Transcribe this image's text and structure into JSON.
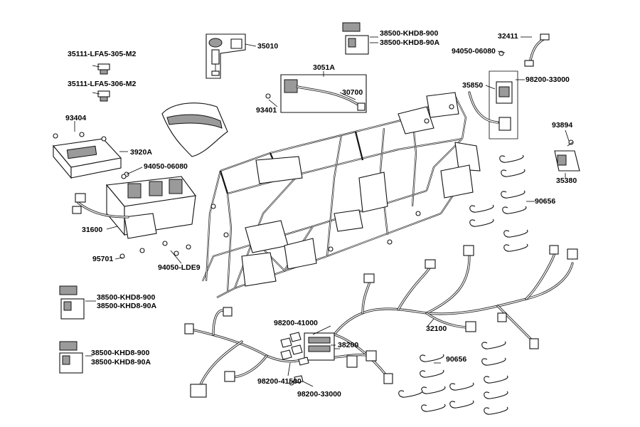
{
  "diagram": {
    "labels": {
      "l_35111_305": "35111-LFA5-305-M2",
      "l_35111_306": "35111-LFA5-306-M2",
      "l_35010": "35010",
      "l_38500_top_a": "38500-KHD8-900",
      "l_38500_top_b": "38500-KHD8-90A",
      "l_32411": "32411",
      "l_94050_06080_top": "94050-06080",
      "l_3051A": "3051A",
      "l_98200_33000_top": "98200-33000",
      "l_35850": "35850",
      "l_30700": "30700",
      "l_93401": "93401",
      "l_93404": "93404",
      "l_3920A": "3920A",
      "l_94050_06080_mid": "94050-06080",
      "l_93894": "93894",
      "l_35380": "35380",
      "l_90656_top": "90656",
      "l_31600": "31600",
      "l_95701": "95701",
      "l_94050_LDE9": "94050-LDE9",
      "l_38500_mid_a": "38500-KHD8-900",
      "l_38500_mid_b": "38500-KHD8-90A",
      "l_98200_41000": "98200-41000",
      "l_38200": "38200",
      "l_32100": "32100",
      "l_38500_bot_a": "38500-KHD8-900",
      "l_38500_bot_b": "38500-KHD8-90A",
      "l_90656_bot": "90656",
      "l_98200_41500": "98200-41500",
      "l_98200_33000_bot": "98200-33000"
    }
  }
}
